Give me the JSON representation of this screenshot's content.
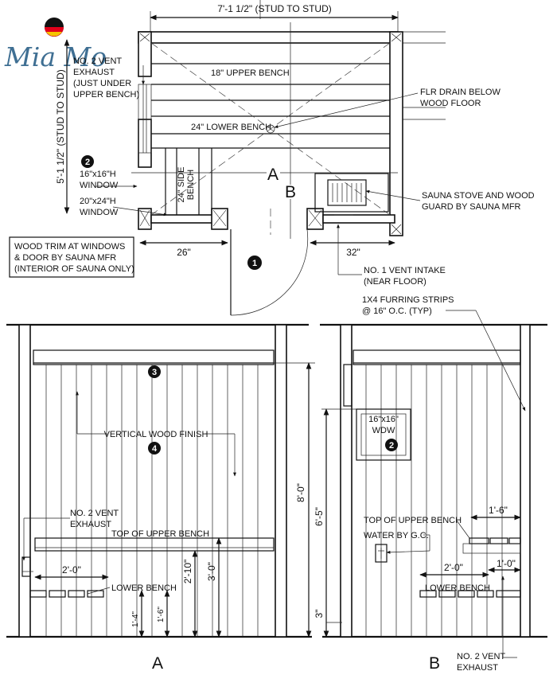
{
  "logo": {
    "text": "Mia Mo"
  },
  "plan": {
    "top_dim": "7'-1 1/2\" (STUD TO STUD)",
    "side_dim": "5'-1 1/2\" (STUD TO STUD)",
    "dim_26": "26\"",
    "dim_32": "32\"",
    "vent_exhaust": [
      "NO. 2 VENT",
      "EXHAUST",
      "(JUST UNDER",
      "UPPER BENCH)"
    ],
    "upper_bench": "18\" UPPER BENCH",
    "lower_bench": "24\" LOWER BENCH",
    "side_bench": [
      "24\" SIDE",
      "BENCH"
    ],
    "flr_drain": [
      "FLR DRAIN BELOW",
      "WOOD FLOOR"
    ],
    "stove": [
      "SAUNA STOVE AND WOOD",
      "GUARD BY SAUNA MFR"
    ],
    "window_16": [
      "16\"x16\"H",
      "WINDOW"
    ],
    "window_20": [
      "20\"x24\"H",
      "WINDOW"
    ],
    "trim_note": [
      "WOOD TRIM AT WINDOWS",
      "& DOOR BY SAUNA MFR",
      "(INTERIOR OF SAUNA ONLY)"
    ],
    "vent_intake": [
      "NO. 1 VENT INTAKE",
      "(NEAR FLOOR)"
    ],
    "section_a": "A",
    "section_b": "B"
  },
  "callouts": {
    "c1": "1",
    "c2": "2",
    "c3": "3",
    "c4": "4"
  },
  "elev_a": {
    "finish": "VERTICAL WOOD FINISH",
    "vent": [
      "NO. 2 VENT",
      "EXHAUST"
    ],
    "top_upper": "TOP OF UPPER BENCH",
    "lower_bench": "LOWER BENCH",
    "dim_2_0": "2'-0\"",
    "dim_2_10": "2'-10\"",
    "dim_3_0": "3'-0\"",
    "dim_8_0": "8'-0\"",
    "dim_1_4": "1'-4\"",
    "dim_1_6": "1'-6\"",
    "title": "A"
  },
  "elev_b": {
    "furring": [
      "1X4 FURRING STRIPS",
      "@ 16\" O.C. (TYP)"
    ],
    "window": [
      "16\"x16\"",
      "WDW"
    ],
    "top_upper": "TOP OF UPPER BENCH",
    "water": "WATER BY G.C.",
    "lower_bench": "LOWER BENCH",
    "dim_1_6": "1'-6\"",
    "dim_2_0": "2'-0\"",
    "dim_1_0": "1'-0\"",
    "dim_6_5": "6'-5\"",
    "dim_3": "3\"",
    "vent": [
      "NO. 2 VENT",
      "EXHAUST"
    ],
    "title": "B"
  }
}
